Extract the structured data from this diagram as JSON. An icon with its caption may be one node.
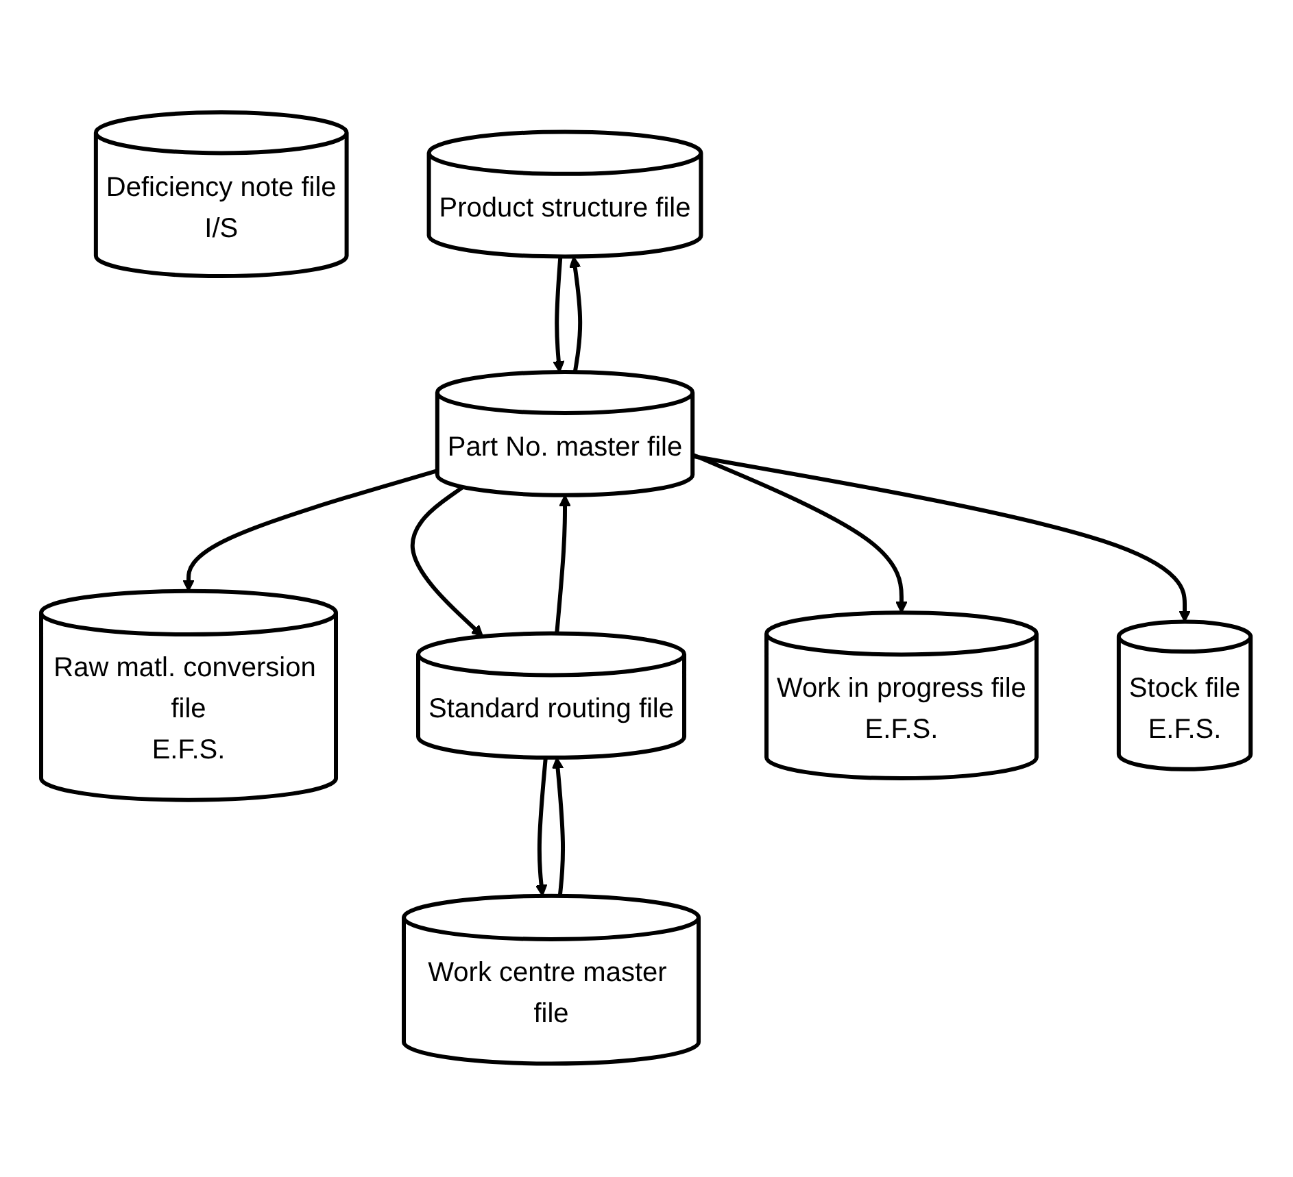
{
  "diagram": {
    "nodes": [
      {
        "text": [
          "Deficiency note file",
          "I/S"
        ]
      },
      {
        "text": [
          "Raw matl. conversion file",
          "E.F.S."
        ]
      },
      {
        "text": [
          "Product structure file"
        ]
      },
      {
        "text": [
          "Part No. master file"
        ]
      },
      {
        "text": [
          "Standard routing file"
        ]
      },
      {
        "text": [
          "Work centre master file"
        ]
      },
      {
        "text": [
          "Work in progress file",
          "E.F.S."
        ]
      },
      {
        "text": [
          "Stock file",
          "E.F.S."
        ]
      }
    ],
    "edges": [
      {
        "from": 3,
        "to": 1,
        "arrow": "to"
      },
      {
        "from": 3,
        "to": 2,
        "arrow": "to"
      },
      {
        "from": 2,
        "to": 3,
        "arrow": "to"
      },
      {
        "from": 3,
        "to": 4,
        "arrow": "to"
      },
      {
        "from": 4,
        "to": 5,
        "arrow": "to"
      },
      {
        "from": 5,
        "to": 4,
        "arrow": "to"
      },
      {
        "from": 4,
        "to": 3,
        "arrow": "to"
      },
      {
        "from": 3,
        "to": 6,
        "arrow": "to"
      },
      {
        "from": 3,
        "to": 7,
        "arrow": "to"
      }
    ]
  }
}
